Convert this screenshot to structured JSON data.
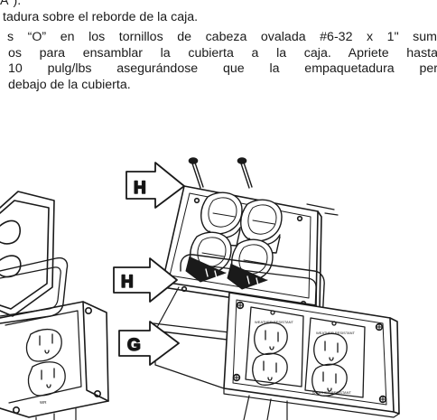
{
  "document": {
    "lines": [
      "A\").",
      "tadura sobre el reborde de la caja.",
      "s “O” en los tornillos de cabeza ovalada #6-32 x 1\" sum",
      "os para ensamblar la cubierta a la caja. Apriete hasta",
      "10 pulg/lbs asegurándose que la empaquetadura per",
      "debajo de la cubierta."
    ]
  },
  "illustration": {
    "callouts": [
      {
        "id": "H-top",
        "label": "H"
      },
      {
        "id": "H-middle",
        "label": "H"
      },
      {
        "id": "G",
        "label": "G"
      }
    ],
    "receptacle_marking": "WEATHER RESISTANT"
  }
}
